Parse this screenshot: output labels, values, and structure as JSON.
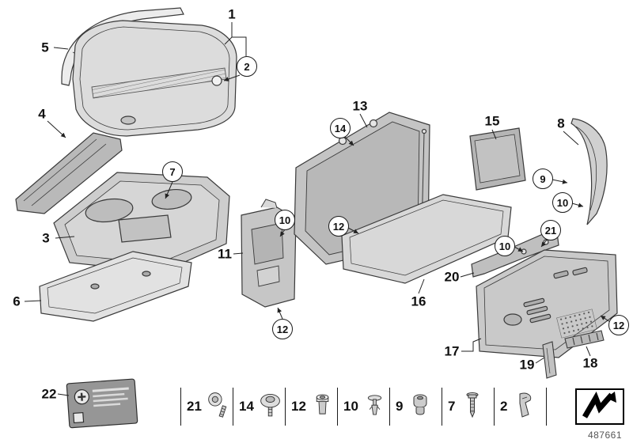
{
  "doc_number": "487661",
  "callouts": [
    {
      "label": "1",
      "circled": false
    },
    {
      "label": "2",
      "circled": true
    },
    {
      "label": "5",
      "circled": false
    },
    {
      "label": "4",
      "circled": false
    },
    {
      "label": "3",
      "circled": false
    },
    {
      "label": "7",
      "circled": true
    },
    {
      "label": "6",
      "circled": false
    },
    {
      "label": "11",
      "circled": false
    },
    {
      "label": "10",
      "circled": true
    },
    {
      "label": "12",
      "circled": true
    },
    {
      "label": "13",
      "circled": false
    },
    {
      "label": "14",
      "circled": true
    },
    {
      "label": "12",
      "circled": true
    },
    {
      "label": "15",
      "circled": false
    },
    {
      "label": "16",
      "circled": false
    },
    {
      "label": "8",
      "circled": false
    },
    {
      "label": "9",
      "circled": true
    },
    {
      "label": "10",
      "circled": true
    },
    {
      "label": "21",
      "circled": true
    },
    {
      "label": "10",
      "circled": true
    },
    {
      "label": "20",
      "circled": false
    },
    {
      "label": "17",
      "circled": false
    },
    {
      "label": "19",
      "circled": false
    },
    {
      "label": "18",
      "circled": false
    },
    {
      "label": "12",
      "circled": true
    },
    {
      "label": "22",
      "circled": false
    }
  ],
  "legend": {
    "items": [
      {
        "label": "21",
        "icon": "oval-head-screw-icon"
      },
      {
        "label": "14",
        "icon": "washer-screw-icon"
      },
      {
        "label": "12",
        "icon": "grommet-nut-icon"
      },
      {
        "label": "10",
        "icon": "expansion-rivet-icon"
      },
      {
        "label": "9",
        "icon": "grommet-icon"
      },
      {
        "label": "7",
        "icon": "tapping-screw-icon"
      },
      {
        "label": "2",
        "icon": "trim-clip-icon"
      }
    ]
  },
  "symbols": {
    "next_diagram": "zigzag-arrow-icon"
  },
  "colors": {
    "line": "#333333",
    "panel_light": "#dcdcdc",
    "panel_mid": "#c6c6c6",
    "panel_dark": "#b0b0b0",
    "background": "#ffffff"
  }
}
